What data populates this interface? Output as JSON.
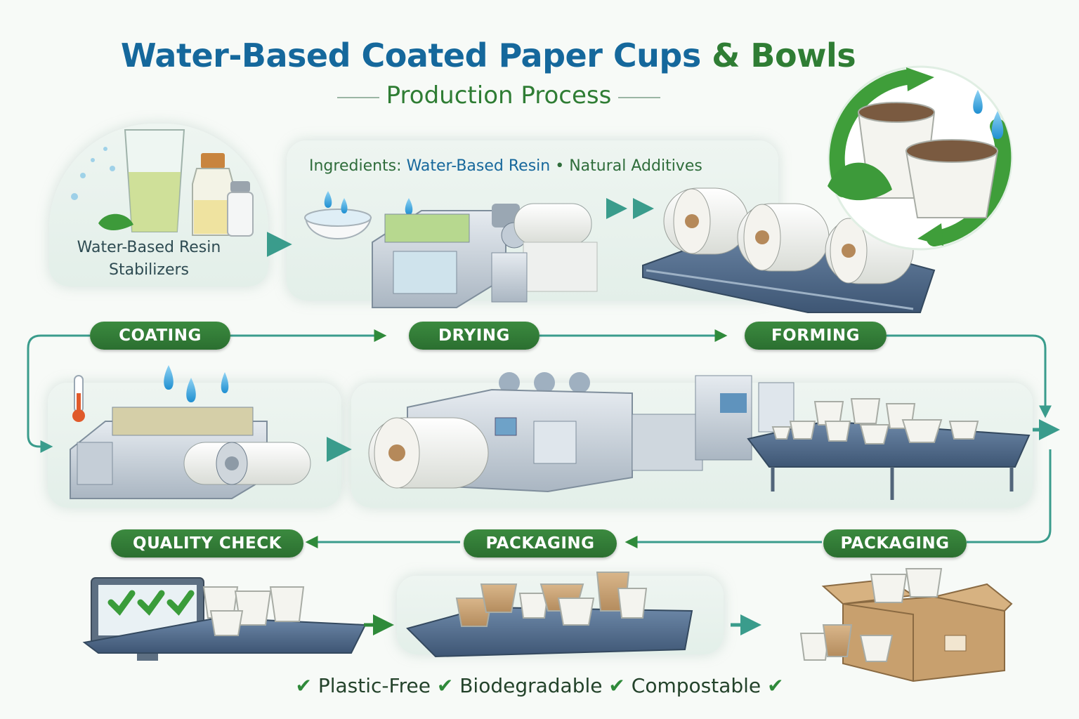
{
  "header": {
    "title_main": "Water-Based Coated Paper Cups",
    "title_amp": "& Bowls",
    "subtitle": "Production Process"
  },
  "materials": {
    "line1": "Water-Based Resin",
    "line2": "Stabilizers"
  },
  "ingredients": {
    "prefix": "Ingredients:",
    "item1": "Water-Based Resin",
    "separator": "•",
    "item2": "Natural Additives"
  },
  "stages": {
    "row1": [
      "COATING",
      "DRYING",
      "FORMING"
    ],
    "row2": [
      "QUALITY CHECK",
      "PACKAGING",
      "PACKAGING"
    ]
  },
  "benefits": {
    "check": "✔",
    "items": [
      "Plastic-Free",
      "Biodegradable",
      "Compostable"
    ]
  },
  "colors": {
    "title_blue": "#15689c",
    "brand_green": "#2f7d34",
    "flow_teal": "#3a9c8c"
  }
}
